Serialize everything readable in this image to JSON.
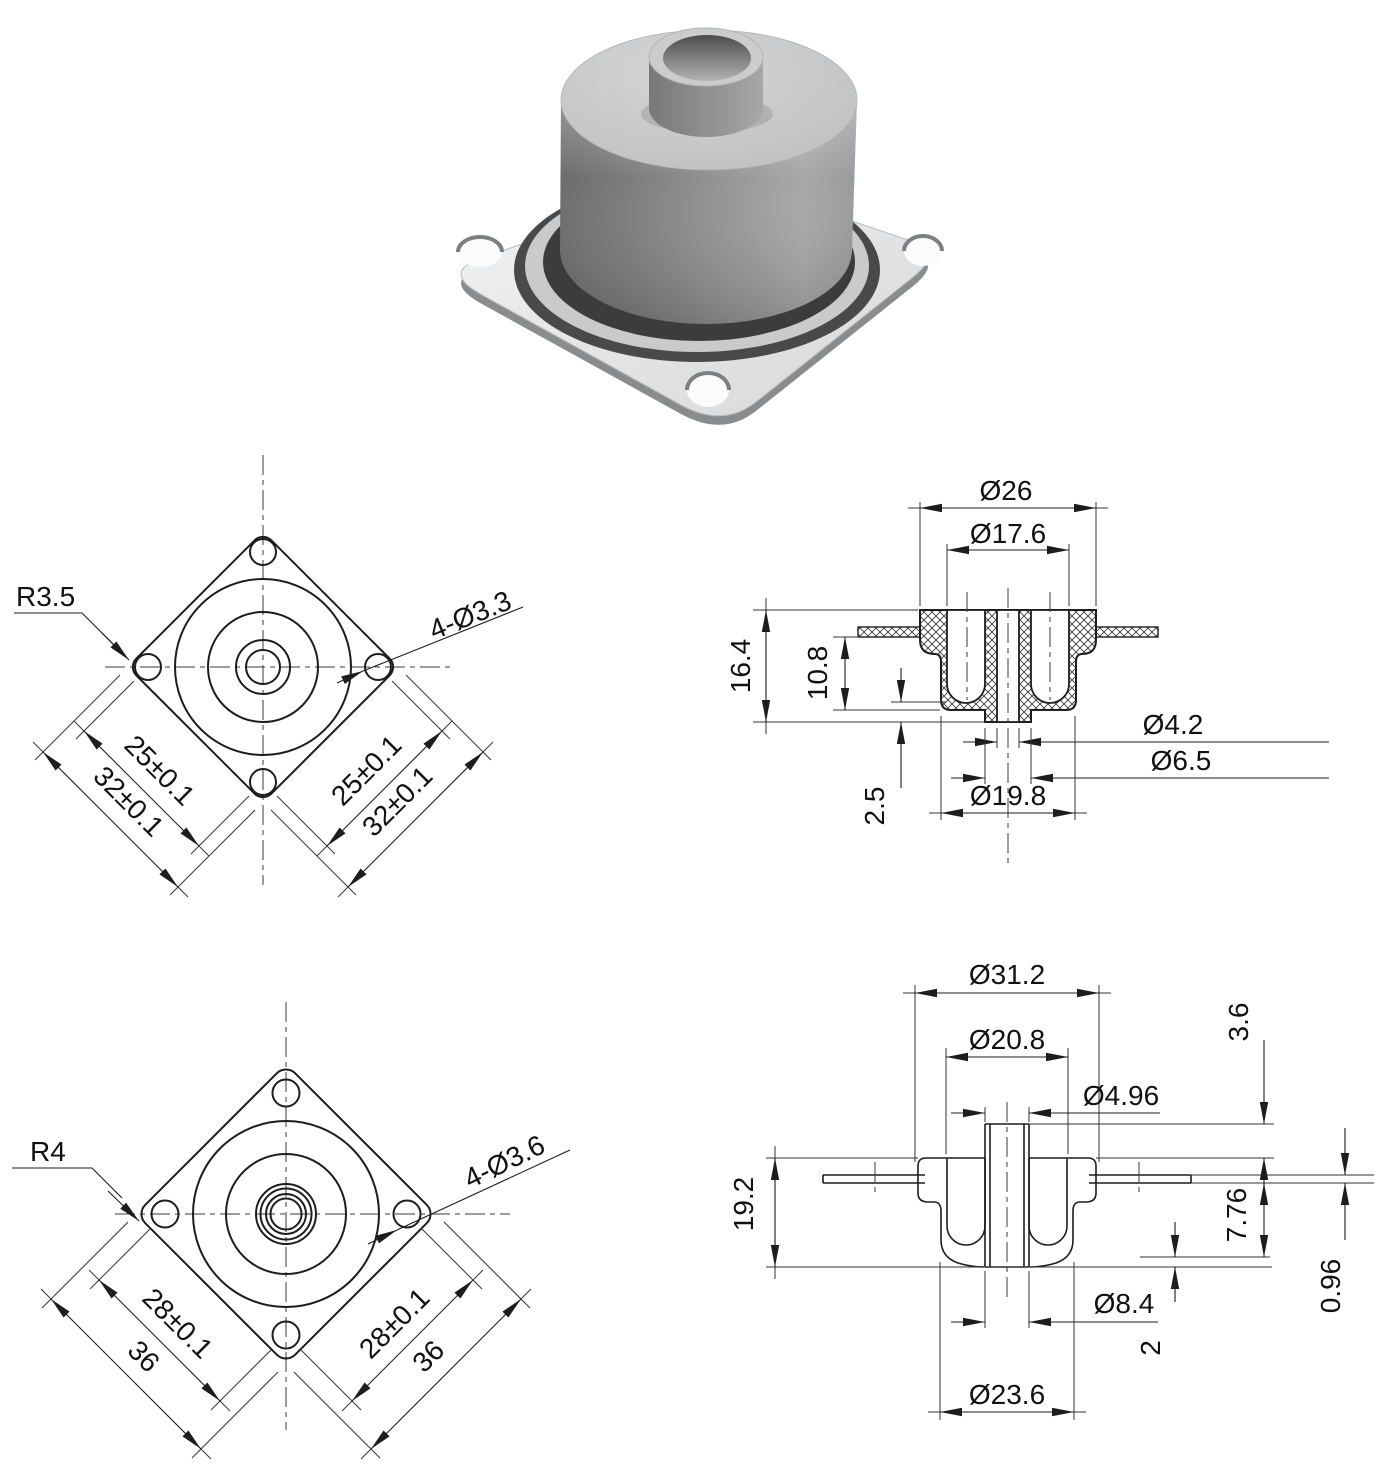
{
  "drawing": {
    "background": "#ffffff",
    "ink": "#1d1d1d",
    "render_grays": [
      "#48494b",
      "#c9cacc",
      "#8a8b8c",
      "#e9eaeb"
    ]
  },
  "views": {
    "plan_a": {
      "radius": "R3.5",
      "holes": "4-Ø3.3",
      "pitch_left": "25±0.1",
      "size_left": "32±0.1",
      "pitch_right": "25±0.1",
      "size_right": "32±0.1"
    },
    "section_a": {
      "d_top": "Ø26",
      "d_inner": "Ø17.6",
      "h_total": "16.4",
      "h_body": "10.8",
      "h_boss": "2.5",
      "d_bore": "Ø4.2",
      "d_hub": "Ø6.5",
      "d_foot": "Ø19.8"
    },
    "plan_b": {
      "radius": "R4",
      "holes": "4-Ø3.6",
      "pitch_left": "28±0.1",
      "size_left": "36",
      "pitch_right": "28±0.1",
      "size_right": "36"
    },
    "section_b": {
      "d_top": "Ø31.2",
      "d_inner": "Ø20.8",
      "d_tube": "Ø4.96",
      "h_top": "3.6",
      "h_total": "19.2",
      "h_lower": "7.76",
      "t_plate": "0.96",
      "d_tube_b": "Ø8.4",
      "h_foot": "2",
      "d_base": "Ø23.6"
    }
  }
}
